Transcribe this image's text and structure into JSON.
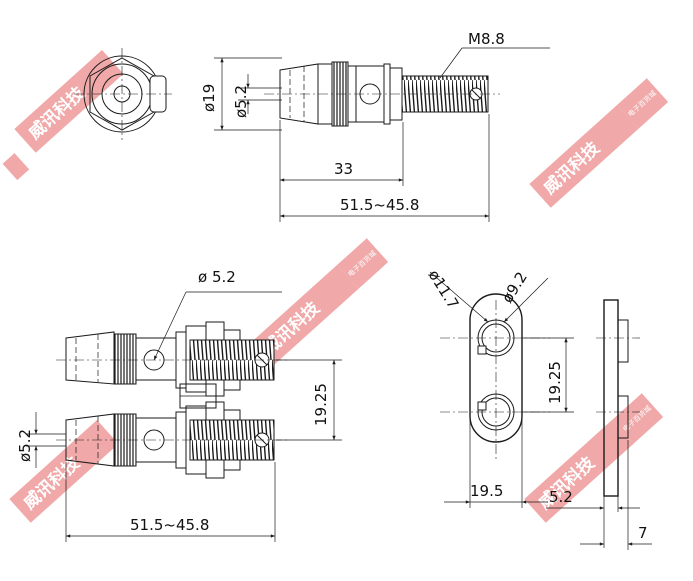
{
  "watermark": {
    "text": "威讯科技",
    "sub_text": "电子百货城",
    "color": "#f0a8a8"
  },
  "top_view": {
    "thread_label": "M8.8",
    "dia_outer": "ø19",
    "dia_hole": "ø5.2",
    "len_body": "33",
    "len_total": "51.5~45.8"
  },
  "side_view": {
    "dia_hole_label": "ø 5.2",
    "pitch": "19.25",
    "dia_hole_left": "ø5.2",
    "len_total": "51.5~45.8"
  },
  "plate_view": {
    "dia_large": "ø11.7",
    "dia_small": "ø9.2",
    "pitch": "19.25",
    "width": "19.5",
    "thickness": "5.2",
    "depth": "7"
  }
}
